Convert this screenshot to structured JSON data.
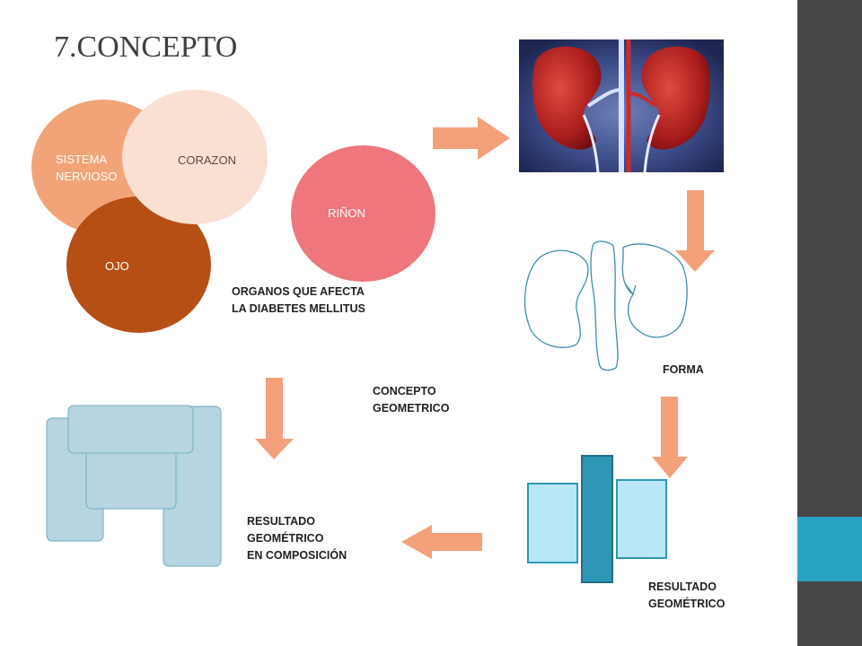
{
  "slide": {
    "title": "7.CONCEPTO"
  },
  "organs": {
    "sistema_nervioso": [
      "SISTEMA",
      "NERVIOSO"
    ],
    "corazon": "CORAZON",
    "ojo": "OJO",
    "rinon": "RIÑON"
  },
  "captions": {
    "organos_afecta": [
      "ORGANOS QUE AFECTA",
      "LA DIABETES MELLITUS"
    ],
    "forma": "FORMA",
    "concepto_geometrico": [
      "CONCEPTO",
      "GEOMETRICO"
    ],
    "resultado_composicion": [
      "RESULTADO",
      "GEOMÉTRICO",
      "EN COMPOSICIÓN"
    ],
    "resultado_geometrico": [
      "RESULTADO",
      "GEOMÉTRICO"
    ]
  },
  "colors": {
    "sistema_nervioso": "#f2a478",
    "corazon": "#fae0d2",
    "ojo": "#b64f14",
    "rinon": "#ee767c",
    "arrow": "#f4a07a",
    "sidebar": "#474747",
    "sidebar_accent": "#2aa4c4",
    "composition_fill": "#b7d5e0",
    "block_light": "#b9e7f5",
    "block_dark": "#2e97b5"
  }
}
